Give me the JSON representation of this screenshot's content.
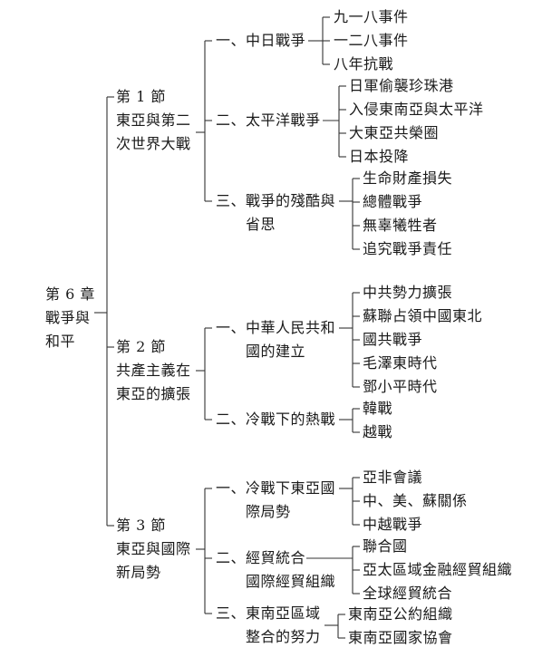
{
  "outline": {
    "chapter": {
      "line1": "第 6 章",
      "line2": "戰爭與",
      "line3": "和平"
    },
    "sections": [
      {
        "line1": "第 1 節",
        "line2": "東亞與第二",
        "line3": "次世界大戰",
        "topics": [
          {
            "line1": "一、中日戰爭",
            "line2": "",
            "items": [
              "九一八事件",
              "一二八事件",
              "八年抗戰"
            ]
          },
          {
            "line1": "二、太平洋戰爭",
            "line2": "",
            "items": [
              "日軍偷襲珍珠港",
              "入侵東南亞與太平洋",
              "大東亞共榮圈",
              "日本投降"
            ]
          },
          {
            "line1": "三、戰爭的殘酷與",
            "line2": "省思",
            "items": [
              "生命財產損失",
              "總體戰爭",
              "無辜犧牲者",
              "追究戰爭責任"
            ]
          }
        ]
      },
      {
        "line1": "第 2 節",
        "line2": "共產主義在",
        "line3": "東亞的擴張",
        "topics": [
          {
            "line1": "一、中華人民共和",
            "line2": "國的建立",
            "items": [
              "中共勢力擴張",
              "蘇聯占領中國東北",
              "國共戰爭",
              "毛澤東時代",
              "鄧小平時代"
            ]
          },
          {
            "line1": "二、冷戰下的熱戰",
            "line2": "",
            "items": [
              "韓戰",
              "越戰"
            ]
          }
        ]
      },
      {
        "line1": "第 3 節",
        "line2": "東亞與國際",
        "line3": "新局勢",
        "topics": [
          {
            "line1": "一、冷戰下東亞國",
            "line2": "際局勢",
            "items": [
              "亞非會議",
              "中、美、蘇關係",
              "中越戰爭"
            ]
          },
          {
            "line1": "二、經貿統合",
            "line2": "國際經貿組織",
            "items": [
              "聯合國",
              "亞太區域金融經貿組織",
              "全球經貿統合"
            ]
          },
          {
            "line1": "三、東南亞區域",
            "line2": "整合的努力",
            "items": [
              "東南亞公約組織",
              "東南亞國家協會"
            ]
          }
        ]
      }
    ]
  }
}
